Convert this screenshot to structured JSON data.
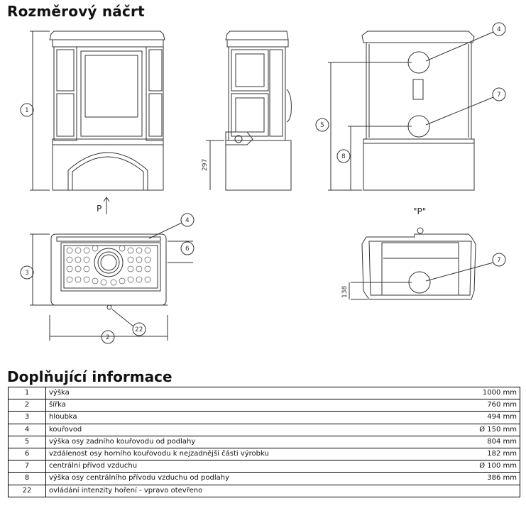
{
  "title": "Rozměrový náčrt",
  "info_title": "Doplňující informace",
  "drawing": {
    "view_label_front": "P",
    "view_label_rear": "\"P\"",
    "dim_297": "297",
    "dim_138": "138",
    "callouts": [
      "1",
      "2",
      "3",
      "4",
      "5",
      "6",
      "7",
      "8",
      "22"
    ]
  },
  "specs": [
    {
      "no": "1",
      "desc": "výška",
      "value": "1000 mm"
    },
    {
      "no": "2",
      "desc": "šířka",
      "value": "760 mm"
    },
    {
      "no": "3",
      "desc": "hloubka",
      "value": "494 mm"
    },
    {
      "no": "4",
      "desc": "kouřovod",
      "value": "Ø 150 mm"
    },
    {
      "no": "5",
      "desc": "výška osy zadního kouřovodu od podlahy",
      "value": "804 mm"
    },
    {
      "no": "6",
      "desc": "vzdálenost osy horního kouřovodu k nejzadnější části výrobku",
      "value": "182 mm"
    },
    {
      "no": "7",
      "desc": "centrální přívod vzduchu",
      "value": "Ø 100 mm"
    },
    {
      "no": "8",
      "desc": "výška osy centrálního přívodu vzduchu od podlahy",
      "value": "386 mm"
    },
    {
      "no": "22",
      "desc": "ovládání intenzity hoření - vpravo otevřeno",
      "value": ""
    }
  ]
}
